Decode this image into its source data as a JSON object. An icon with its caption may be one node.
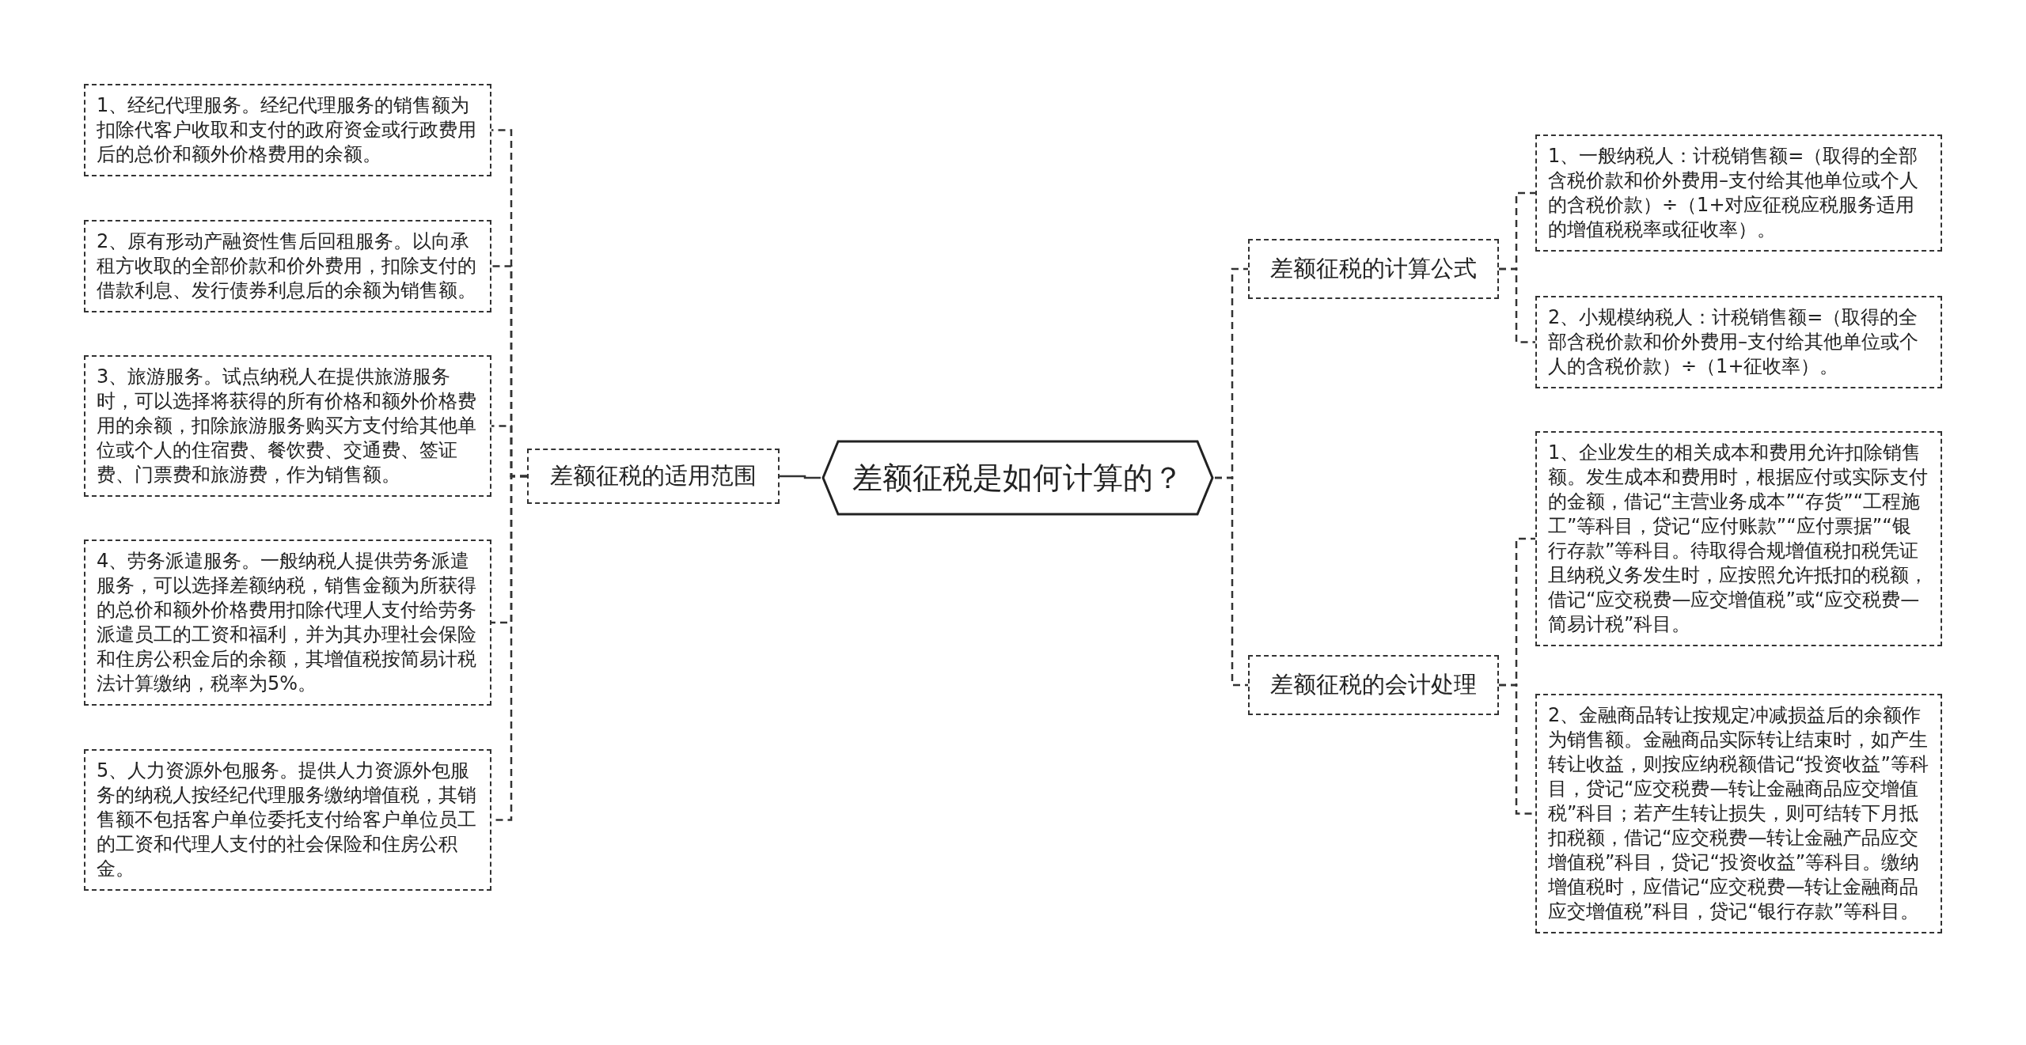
{
  "diagram": {
    "nodes": [
      {
        "text": [
          "差额征税是如何计算的？"
        ]
      },
      {
        "text": [
          "差额征税的适用范围"
        ]
      },
      {
        "text": [
          "1、经纪代理服务。经纪代理服务的销售额为扣除代客户收取和支付的政府资金或行政费用后的总价和额外价格费用的余额。"
        ]
      },
      {
        "text": [
          "2、原有形动产融资性售后回租服务。以向承租方收取的全部价款和价外费用，扣除支付的借款利息、发行债券利息后的余额为销售额。"
        ]
      },
      {
        "text": [
          "3、旅游服务。试点纳税人在提供旅游服务时，可以选择将获得的所有价格和额外价格费用的余额，扣除旅游服务购买方支付给其他单位或个人的住宿费、餐饮费、交通费、签证费、门票费和旅游费，作为销售额。"
        ]
      },
      {
        "text": [
          "4、劳务派遣服务。一般纳税人提供劳务派遣服务，可以选择差额纳税，销售金额为所获得的总价和额外价格费用扣除代理人支付给劳务派遣员工的工资和福利，并为其办理社会保险和住房公积金后的余额，其增值税按简易计税法计算缴纳，税率为5%。"
        ]
      },
      {
        "text": [
          "5、人力资源外包服务。提供人力资源外包服务的纳税人按经纪代理服务缴纳增值税，其销售额不包括客户单位委托支付给客户单位员工的工资和代理人支付的社会保险和住房公积金。"
        ]
      },
      {
        "text": [
          "差额征税的计算公式"
        ]
      },
      {
        "text": [
          "1、一般纳税人：计税销售额=（取得的全部含税价款和价外费用–支付给其他单位或个人的含税价款）÷（1+对应征税应税服务适用的增值税税率或征收率）。"
        ]
      },
      {
        "text": [
          "2、小规模纳税人：计税销售额=（取得的全部含税价款和价外费用–支付给其他单位或个人的含税价款）÷（1+征收率）。"
        ]
      },
      {
        "text": [
          "差额征税的会计处理"
        ]
      },
      {
        "text": [
          "1、企业发生的相关成本和费用允许扣除销售额。发生成本和费用时，根据应付或实际支付的金额，借记“主营业务成本”“存货”“工程施工”等科目，贷记“应付账款”“应付票据”“银行存款”等科目。待取得合规增值税扣税凭证且纳税义务发生时，应按照允许抵扣的税额，借记“应交税费—应交增值税”或“应交税费—简易计税”科目。"
        ]
      },
      {
        "text": [
          "2、金融商品转让按规定冲减损益后的余额作为销售额。金融商品实际转让结束时，如产生转让收益，则按应纳税额借记“投资收益”等科目，贷记“应交税费—转让金融商品应交增值税”科目；若产生转让损失，则可结转下月抵扣税额，借记“应交税费—转让金融产品应交增值税”科目，贷记“投资收益”等科目。缴纳增值税时，应借记“应交税费—转让金融商品应交增值税”科目，贷记“银行存款”等科目。"
        ]
      }
    ],
    "edges": [
      {
        "from": 0,
        "to": 1,
        "arrow": "none"
      },
      {
        "from": 1,
        "to": 2,
        "arrow": "none",
        "style": "dashed"
      },
      {
        "from": 1,
        "to": 3,
        "arrow": "none",
        "style": "dashed"
      },
      {
        "from": 1,
        "to": 4,
        "arrow": "none",
        "style": "dashed"
      },
      {
        "from": 1,
        "to": 5,
        "arrow": "none",
        "style": "dashed"
      },
      {
        "from": 1,
        "to": 6,
        "arrow": "none",
        "style": "dashed"
      },
      {
        "from": 0,
        "to": 7,
        "arrow": "none",
        "style": "dashed"
      },
      {
        "from": 7,
        "to": 8,
        "arrow": "none",
        "style": "dashed"
      },
      {
        "from": 7,
        "to": 9,
        "arrow": "none",
        "style": "dashed"
      },
      {
        "from": 0,
        "to": 10,
        "arrow": "none",
        "style": "dashed"
      },
      {
        "from": 10,
        "to": 11,
        "arrow": "none",
        "style": "dashed"
      },
      {
        "from": 10,
        "to": 12,
        "arrow": "none",
        "style": "dashed"
      }
    ]
  }
}
